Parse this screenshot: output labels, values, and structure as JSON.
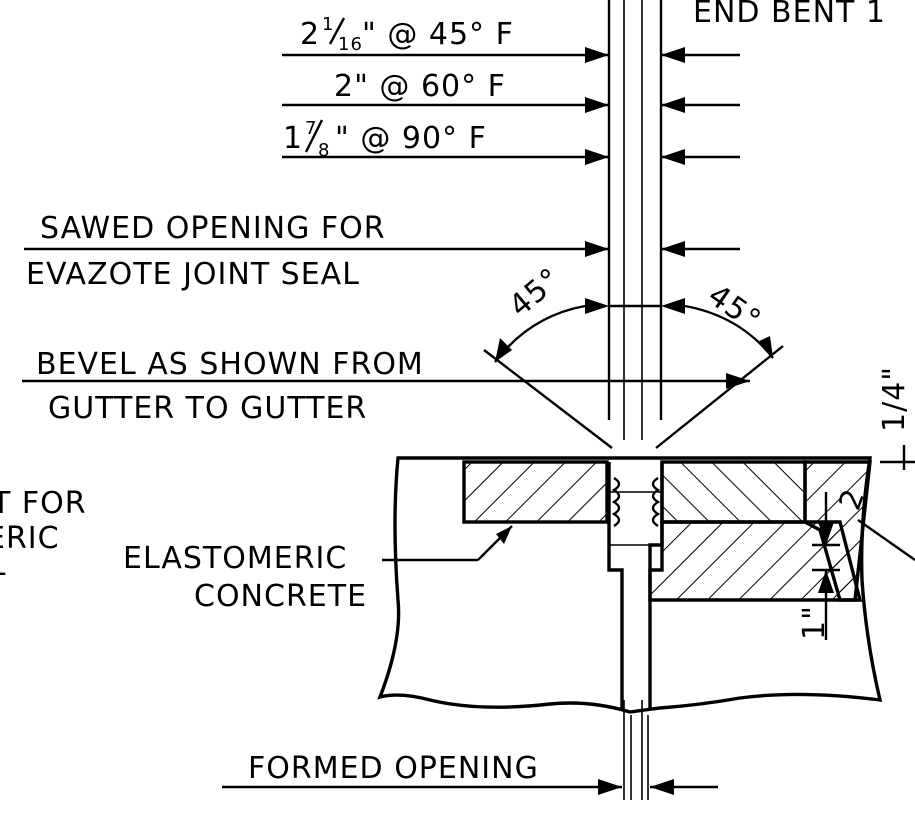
{
  "labels": {
    "end_bent": "END BENT 1",
    "dim_45_whole": "2",
    "dim_45_frac_num": "1",
    "dim_45_frac_den": "16",
    "dim_45_rest": "\" @ 45° F",
    "dim_60": "2\" @ 60° F",
    "dim_90_whole": "1",
    "dim_90_frac_num": "7",
    "dim_90_frac_den": "8",
    "dim_90_rest": "\" @ 90° F",
    "sawed_line1": "SAWED OPENING FOR",
    "sawed_line2": "EVAZOTE JOINT SEAL",
    "angle_left": "45°",
    "angle_right": "45°",
    "bevel_line1": "BEVEL AS SHOWN FROM",
    "bevel_line2": "GUTTER TO GUTTER",
    "left_clip_1": "T FOR",
    "left_clip_2": "ERIC",
    "left_clip_3": "-",
    "elastomeric_line1": "ELASTOMERIC",
    "elastomeric_line2": "CONCRETE",
    "dim_quarter": "1/4\"",
    "dim_2": "2",
    "dim_1": "1\"",
    "formed_opening": "FORMED OPENING"
  }
}
